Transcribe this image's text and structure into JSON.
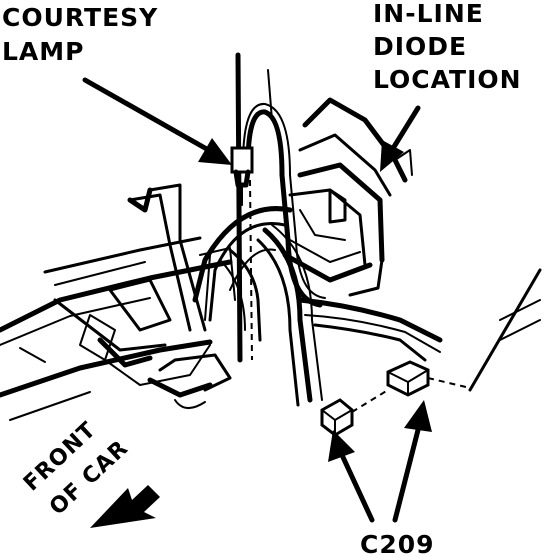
{
  "labels": {
    "courtesy_lamp": [
      "COURTESY",
      "LAMP"
    ],
    "inline_diode": [
      "IN-LINE",
      "DIODE",
      "LOCATION"
    ],
    "front_of_car": [
      "FRONT",
      "OF CAR"
    ],
    "connector": "C209"
  },
  "colors": {
    "ink": "#000000",
    "paper": "#ffffff"
  }
}
